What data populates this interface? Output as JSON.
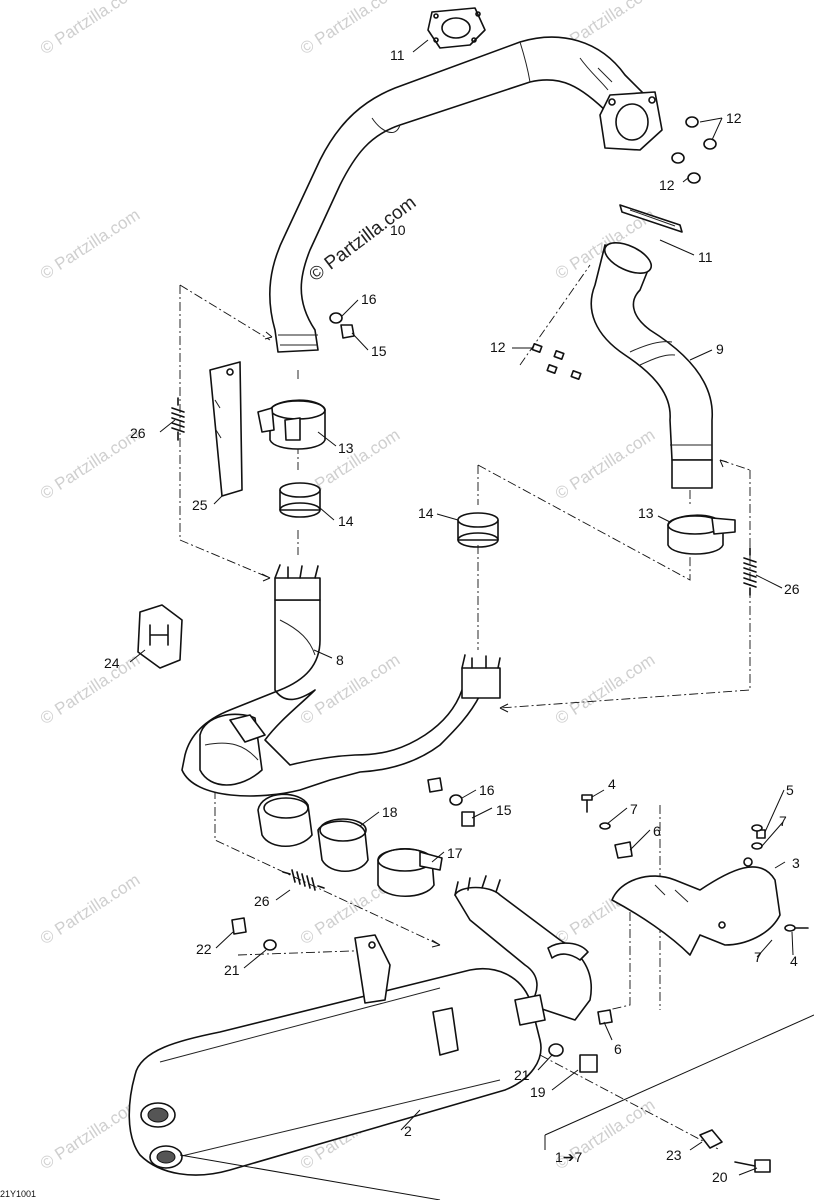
{
  "diagram": {
    "drawing_code": "21Y1001",
    "center_watermark": "© Partzilla.com",
    "background_watermark": "© Partzilla.com",
    "callouts": [
      {
        "id": "c11a",
        "text": "11"
      },
      {
        "id": "c12a",
        "text": "12"
      },
      {
        "id": "c12b",
        "text": "12"
      },
      {
        "id": "c10",
        "text": "10"
      },
      {
        "id": "c11b",
        "text": "11"
      },
      {
        "id": "c16a",
        "text": "16"
      },
      {
        "id": "c15a",
        "text": "15"
      },
      {
        "id": "c12c",
        "text": "12"
      },
      {
        "id": "c9",
        "text": "9"
      },
      {
        "id": "c26a",
        "text": "26"
      },
      {
        "id": "c13a",
        "text": "13"
      },
      {
        "id": "c25",
        "text": "25"
      },
      {
        "id": "c14a",
        "text": "14"
      },
      {
        "id": "c14b",
        "text": "14"
      },
      {
        "id": "c13b",
        "text": "13"
      },
      {
        "id": "c26b",
        "text": "26"
      },
      {
        "id": "c24",
        "text": "24"
      },
      {
        "id": "c8",
        "text": "8"
      },
      {
        "id": "c16b",
        "text": "16"
      },
      {
        "id": "c15b",
        "text": "15"
      },
      {
        "id": "c18",
        "text": "18"
      },
      {
        "id": "c4a",
        "text": "4"
      },
      {
        "id": "c5",
        "text": "5"
      },
      {
        "id": "c7a",
        "text": "7"
      },
      {
        "id": "c7b",
        "text": "7"
      },
      {
        "id": "c6a",
        "text": "6"
      },
      {
        "id": "c3",
        "text": "3"
      },
      {
        "id": "c17",
        "text": "17"
      },
      {
        "id": "c26c",
        "text": "26"
      },
      {
        "id": "c7c",
        "text": "7"
      },
      {
        "id": "c4b",
        "text": "4"
      },
      {
        "id": "c22",
        "text": "22"
      },
      {
        "id": "c21a",
        "text": "21"
      },
      {
        "id": "c6b",
        "text": "6"
      },
      {
        "id": "c21b",
        "text": "21"
      },
      {
        "id": "c19",
        "text": "19"
      },
      {
        "id": "c2",
        "text": "2"
      },
      {
        "id": "c1to7",
        "text": "1➔7"
      },
      {
        "id": "c23",
        "text": "23"
      },
      {
        "id": "c20",
        "text": "20"
      }
    ]
  }
}
